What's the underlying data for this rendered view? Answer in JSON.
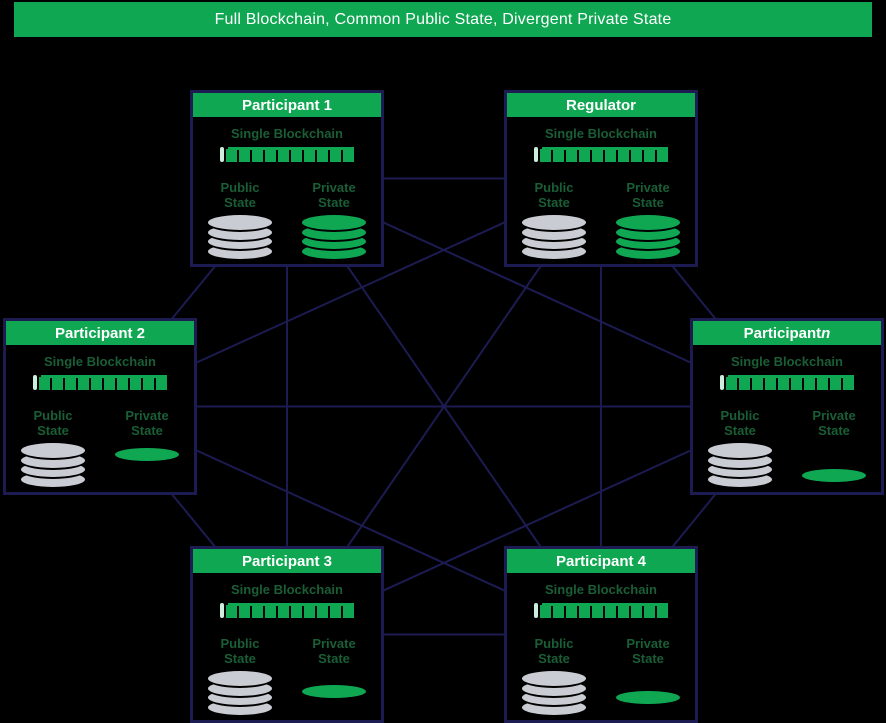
{
  "title_bar": {
    "label": "Full Blockchain, Common Public State, Divergent Private State"
  },
  "colors": {
    "accent_green": "#0fa752",
    "dark_green_text": "#1a5e36",
    "public_disk_gray": "#c9ccd3",
    "line_navy": "#1c1b52",
    "background": "#000000",
    "header_text": "#ffffff",
    "chain_cap_pale_green": "#cdeedd"
  },
  "nodes": [
    {
      "id": "participant-1",
      "title": "Participant 1",
      "title_suffix": "",
      "suffix_style": "normal",
      "blockchain_label": "Single Blockchain",
      "chain_blocks": 10,
      "public_label": "Public State",
      "private_label": "Private State",
      "public_disks": 4,
      "public_disk_color": "gray",
      "private_disks": 4,
      "private_disk_color": "green",
      "private_disk_pos": "stack"
    },
    {
      "id": "regulator",
      "title": "Regulator",
      "title_suffix": "",
      "suffix_style": "normal",
      "blockchain_label": "Single Blockchain",
      "chain_blocks": 10,
      "public_label": "Public State",
      "private_label": "Private State",
      "public_disks": 4,
      "public_disk_color": "gray",
      "private_disks": 4,
      "private_disk_color": "green",
      "private_disk_pos": "stack"
    },
    {
      "id": "participant-2",
      "title": "Participant 2",
      "title_suffix": "",
      "suffix_style": "normal",
      "blockchain_label": "Single Blockchain",
      "chain_blocks": 10,
      "public_label": "Public State",
      "private_label": "Private State",
      "public_disks": 4,
      "public_disk_color": "gray",
      "private_disks": 1,
      "private_disk_color": "green",
      "private_disk_pos": "high"
    },
    {
      "id": "participant-n",
      "title": "Participant ",
      "title_suffix": "n",
      "suffix_style": "italic",
      "blockchain_label": "Single Blockchain",
      "chain_blocks": 10,
      "public_label": "Public State",
      "private_label": "Private State",
      "public_disks": 4,
      "public_disk_color": "gray",
      "private_disks": 1,
      "private_disk_color": "green",
      "private_disk_pos": "low"
    },
    {
      "id": "participant-3",
      "title": "Participant 3",
      "title_suffix": "",
      "suffix_style": "normal",
      "blockchain_label": "Single Blockchain",
      "chain_blocks": 10,
      "public_label": "Public State",
      "private_label": "Private State",
      "public_disks": 4,
      "public_disk_color": "gray",
      "private_disks": 1,
      "private_disk_color": "green",
      "private_disk_pos": "middle"
    },
    {
      "id": "participant-4",
      "title": "Participant 4",
      "title_suffix": "",
      "suffix_style": "normal",
      "blockchain_label": "Single Blockchain",
      "chain_blocks": 10,
      "public_label": "Public State",
      "private_label": "Private State",
      "public_disks": 4,
      "public_disk_color": "gray",
      "private_disks": 1,
      "private_disk_color": "green",
      "private_disk_pos": "low-middle"
    }
  ],
  "edges": [
    [
      "participant-1",
      "regulator"
    ],
    [
      "participant-1",
      "participant-2"
    ],
    [
      "participant-1",
      "participant-n"
    ],
    [
      "participant-1",
      "participant-3"
    ],
    [
      "participant-1",
      "participant-4"
    ],
    [
      "regulator",
      "participant-2"
    ],
    [
      "regulator",
      "participant-n"
    ],
    [
      "regulator",
      "participant-3"
    ],
    [
      "regulator",
      "participant-4"
    ],
    [
      "participant-2",
      "participant-n"
    ],
    [
      "participant-2",
      "participant-3"
    ],
    [
      "participant-2",
      "participant-4"
    ],
    [
      "participant-n",
      "participant-3"
    ],
    [
      "participant-n",
      "participant-4"
    ],
    [
      "participant-3",
      "participant-4"
    ]
  ]
}
